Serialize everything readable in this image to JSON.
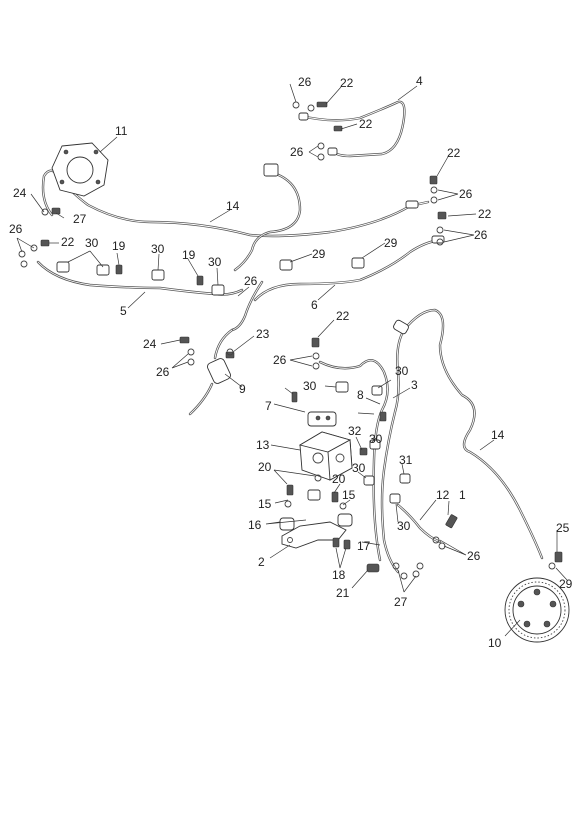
{
  "diagram": {
    "labels": [
      "1",
      "2",
      "3",
      "4",
      "5",
      "6",
      "7",
      "8",
      "9",
      "10",
      "11",
      "12",
      "13",
      "14",
      "14",
      "15",
      "15",
      "16",
      "17",
      "18",
      "19",
      "19",
      "20",
      "20",
      "21",
      "22",
      "22",
      "22",
      "22",
      "22",
      "22",
      "23",
      "24",
      "24",
      "25",
      "26",
      "26",
      "26",
      "26",
      "26",
      "26",
      "26",
      "26",
      "26",
      "27",
      "27",
      "29",
      "29",
      "29",
      "30",
      "30",
      "30",
      "30",
      "30",
      "30",
      "30",
      "30",
      "31",
      "32"
    ]
  }
}
